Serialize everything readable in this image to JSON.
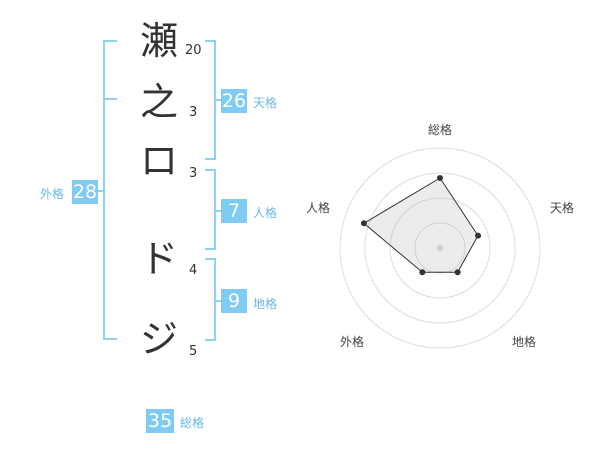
{
  "name_chars": [
    {
      "char": "瀬",
      "strokes": "20"
    },
    {
      "char": "之",
      "strokes": "3"
    },
    {
      "char": "ロ",
      "strokes": "3"
    },
    {
      "char": "ド",
      "strokes": "4"
    },
    {
      "char": "ジ",
      "strokes": "5"
    }
  ],
  "fortune": {
    "tenkaku": {
      "value": "26",
      "label": "天格"
    },
    "jinkaku": {
      "value": "7",
      "label": "人格"
    },
    "chikaku": {
      "value": "9",
      "label": "地格"
    },
    "gaikaku": {
      "value": "28",
      "label": "外格"
    },
    "soukaku": {
      "value": "35",
      "label": "総格"
    }
  },
  "colors": {
    "accent": "#7fcbf3",
    "accent_text": "#69b9e6",
    "bracket": "#8fd0f5",
    "text": "#333333"
  },
  "chart_data": {
    "type": "radar",
    "axes": [
      "総格",
      "天格",
      "地格",
      "外格",
      "人格"
    ],
    "values": [
      0.7,
      0.4,
      0.3,
      0.3,
      0.8
    ],
    "range": [
      0,
      1
    ],
    "rings": 4
  }
}
